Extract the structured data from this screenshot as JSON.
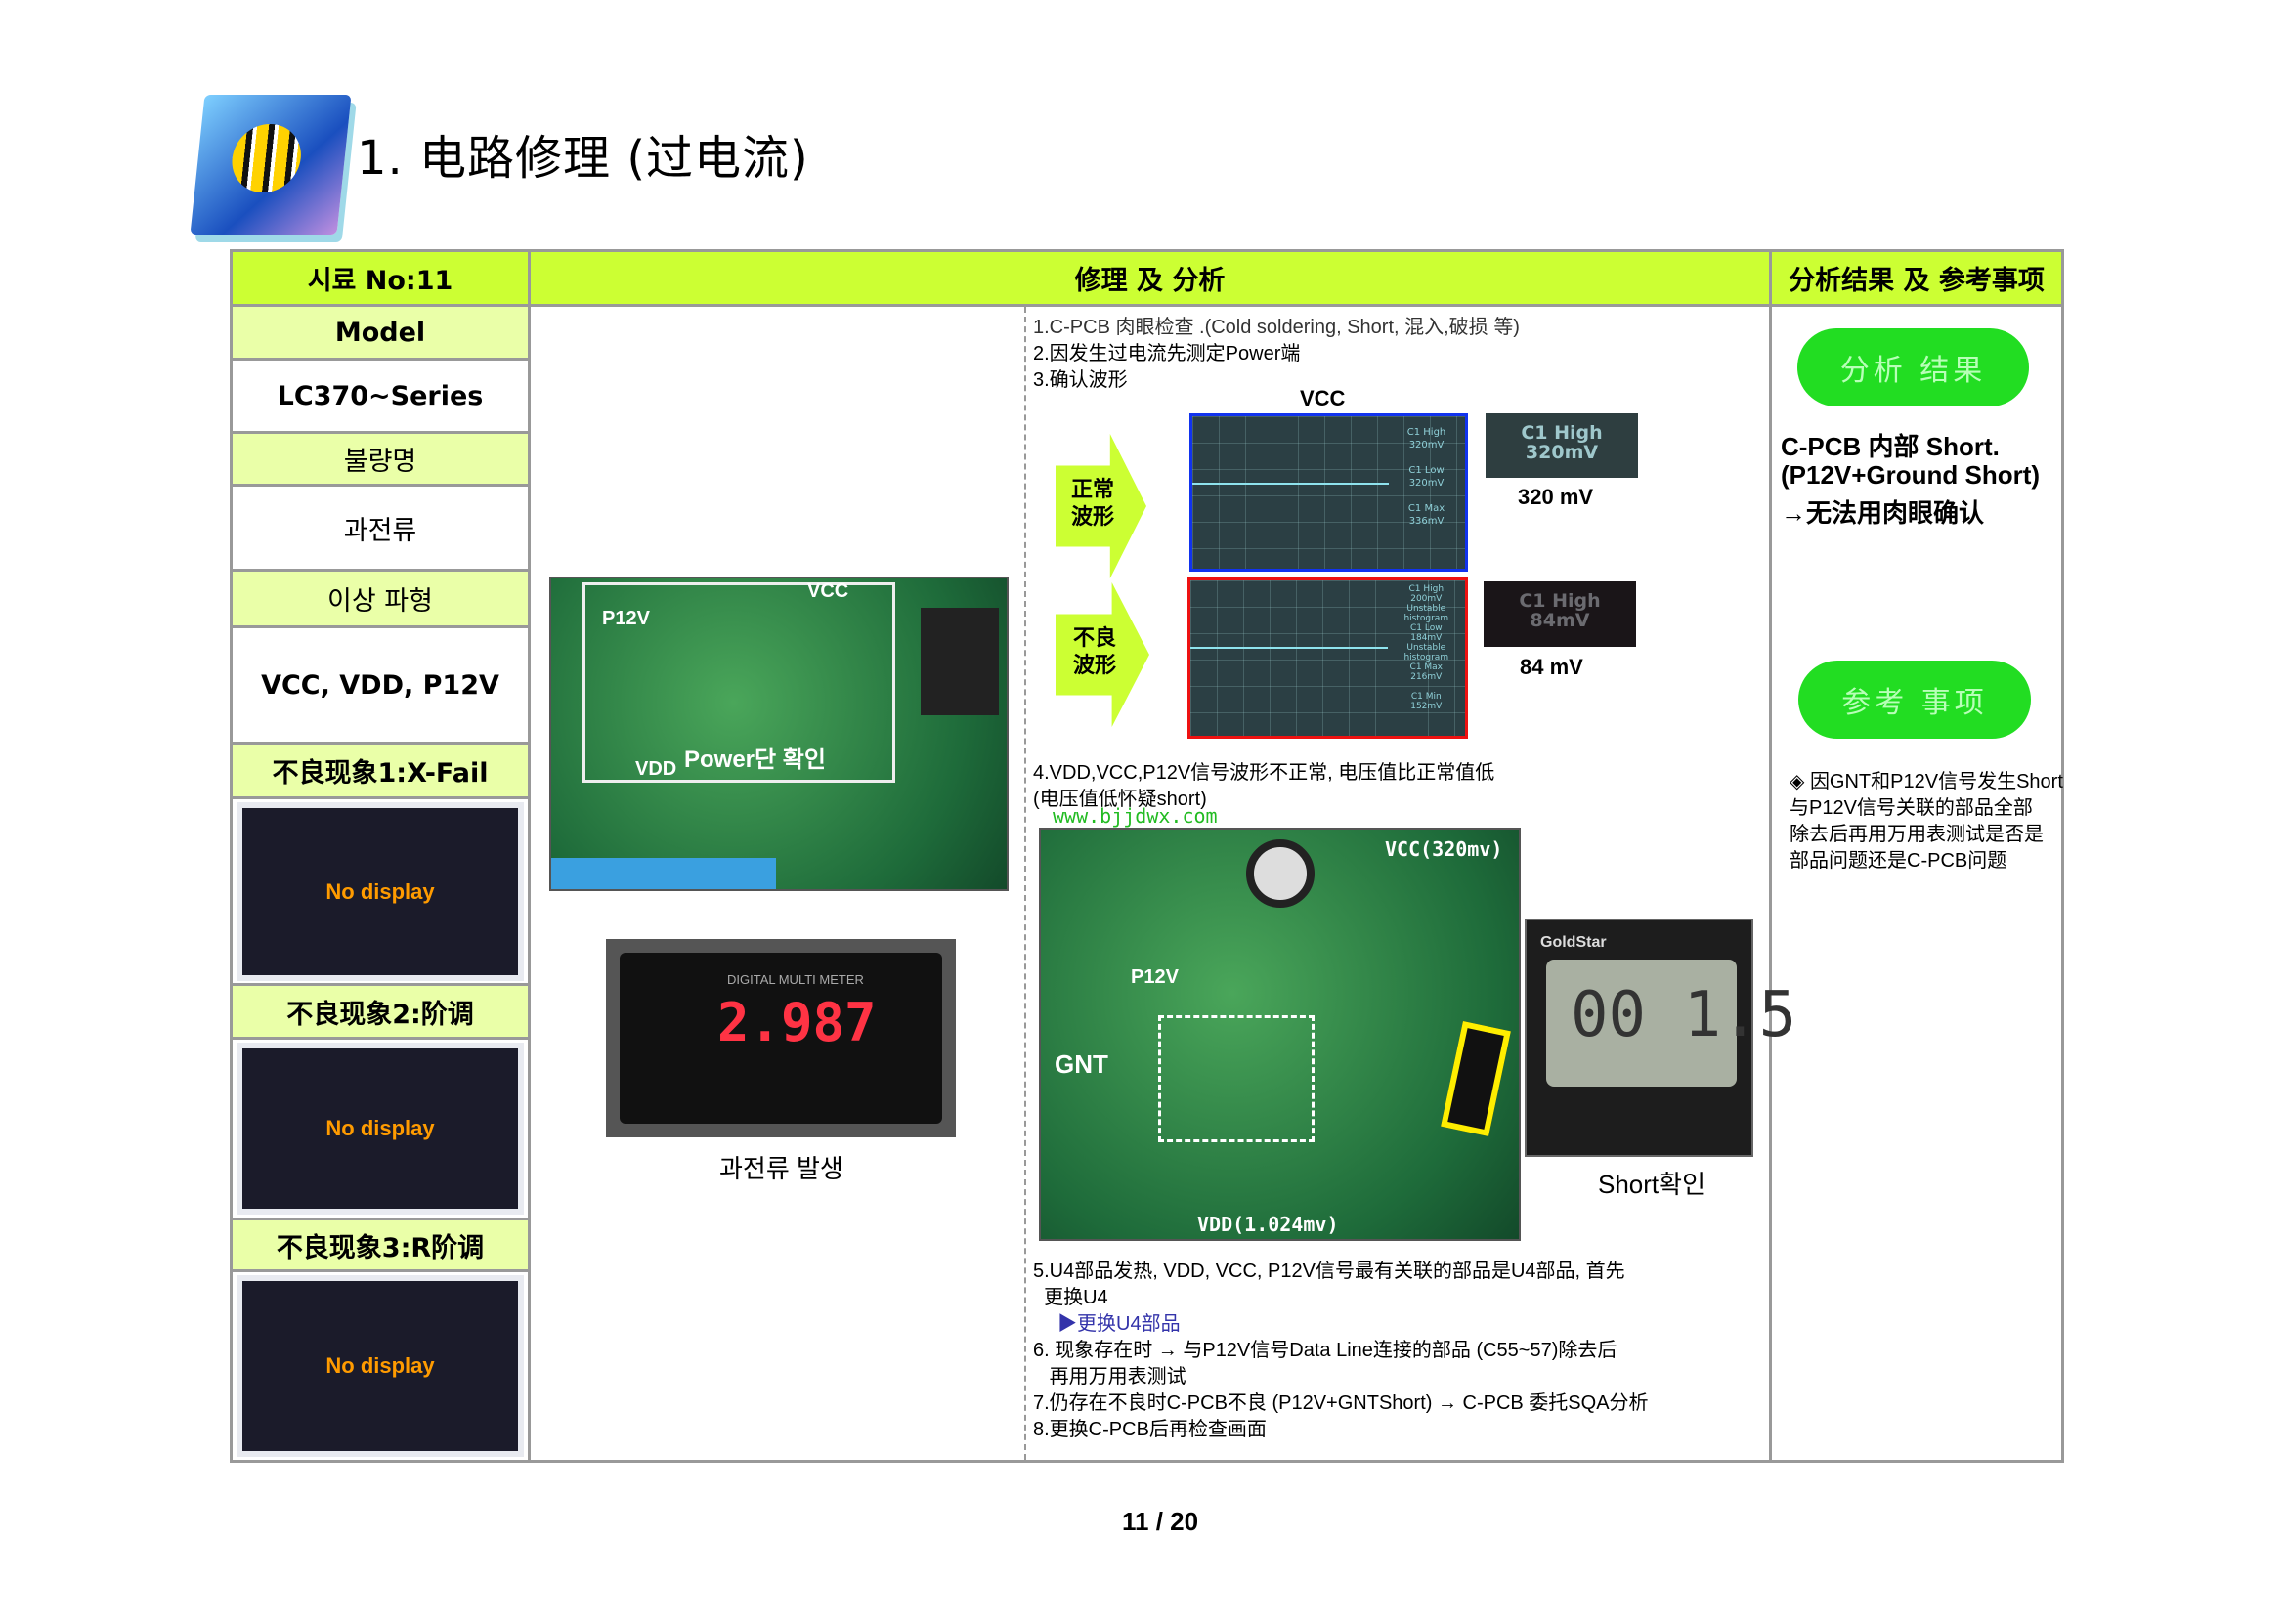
{
  "title": "1. 电路修理 (过电流)",
  "header": {
    "col1": "시료 No:11",
    "col2": "修理 及 分析",
    "col3": "分析结果 及 参考事项"
  },
  "left": {
    "model_label": "Model",
    "model_value": "LC370~Series",
    "defect_label": "불량명",
    "defect_value": "과전류",
    "wave_label": "이상 파형",
    "wave_value": "VCC, VDD, P12V",
    "symptoms": [
      {
        "label": "不良现象1:X-Fail",
        "screen_text": "No display"
      },
      {
        "label": "不良现象2:阶调",
        "screen_text": "No display"
      },
      {
        "label": "不良现象3:R阶调",
        "screen_text": "No display"
      }
    ]
  },
  "middle": {
    "pcb_labels": {
      "vcc": "VCC",
      "p12v": "P12V",
      "vdd": "VDD",
      "power": "Power단 확인"
    },
    "meter": {
      "brand": "DIGITAL MULTI METER",
      "reading": "2.987"
    },
    "meter_caption": "과전류 발생",
    "steps_top": [
      "1.C-PCB 肉眼检查 .(Cold soldering, Short, 混入,破损 等)",
      "2.因发生过电流先测定Power端",
      "3.确认波形"
    ],
    "vcc_title": "VCC",
    "normal_label": [
      "正常",
      "波形"
    ],
    "bad_label": [
      "不良",
      "波形"
    ],
    "normal_scope": [
      "C1 High",
      "320mV",
      "C1 Low",
      "320mV",
      "C1 Max",
      "336mV"
    ],
    "bad_scope": [
      "C1 High",
      "200mV",
      "Unstable",
      "histogram",
      "C1 Low",
      "184mV",
      "Unstable",
      "histogram",
      "C1 Max",
      "216mV",
      "C1 Min",
      "152mV"
    ],
    "normal_zoom": "C1 High 320mV",
    "normal_value": "320 mV",
    "bad_zoom": "C1 High 84mV",
    "bad_value": "84 mV",
    "step4": [
      "4.VDD,VCC,P12V信号波形不正常, 电压值比正常值低",
      "(电压值低怀疑short)"
    ],
    "watermark": "www.bjjdwx.com",
    "board_labels": {
      "vcc": "VCC(320mv)",
      "p12v": "P12V",
      "gnt": "GNT",
      "vdd": "VDD(1.024mv)"
    },
    "dmm": {
      "brand": "GoldStar",
      "reading": "00 1.5"
    },
    "short_caption": "Short확인",
    "steps_bottom": [
      "5.U4部品发热, VDD, VCC, P12V信号最有关联的部品是U4部品, 首先",
      "  更换U4",
      "▶更换U4部品",
      "6. 现象存在时 → 与P12V信号Data Line连接的部品 (C55~57)除去后",
      "   再用万用表测试",
      "7.仍存在不良时C-PCB不良 (P12V+GNTShort) → C-PCB 委托SQA分析",
      "8.更换C-PCB后再检查画面"
    ]
  },
  "right": {
    "result_button": "分析 结果",
    "result_lines": [
      "C-PCB 内部 Short.",
      "(P12V+Ground Short)",
      "→无法用肉眼确认"
    ],
    "ref_button": "参考 事项",
    "ref_lines": [
      "◈ 因GNT和P12V信号发生Short",
      "与P12V信号关联的部品全部",
      "除去后再用万用表测试是否是",
      "部品问题还是C-PCB问题"
    ]
  },
  "page": "11 / 20",
  "colors": {
    "header": "#ccff33",
    "subheader": "#eaffa8",
    "pill": "#22dd22",
    "link": "#3333aa"
  }
}
